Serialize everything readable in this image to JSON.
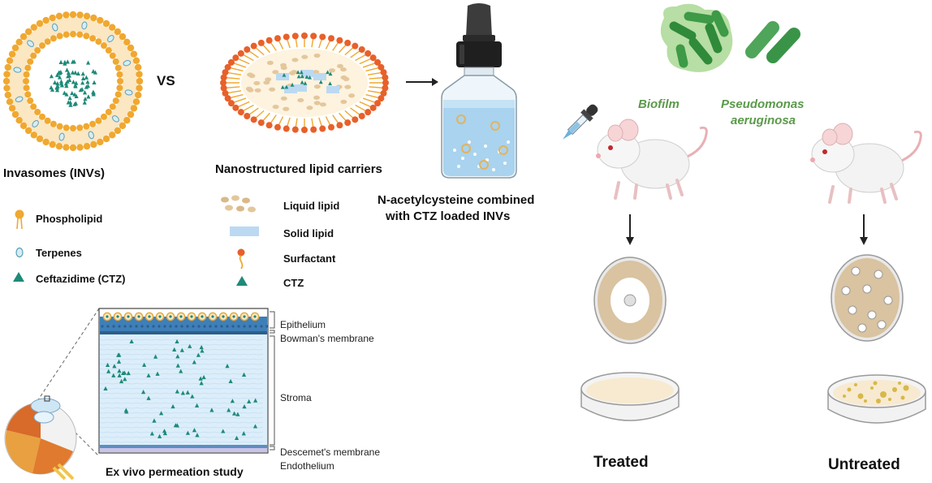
{
  "labels": {
    "invasomes": "Invasomes (INVs)",
    "vs": "VS",
    "nlc": "Nanostructured lipid carriers",
    "formulation_line1": "N-acetylcysteine combined",
    "formulation_line2": "with CTZ loaded INVs",
    "biofilm": "Biofilm",
    "pseudomonas_line1": "Pseudomonas",
    "pseudomonas_line2": "aeruginosa",
    "treated": "Treated",
    "untreated": "Untreated",
    "ex_vivo": "Ex vivo permeation study"
  },
  "legend_invs": [
    {
      "label": "Phospholipid",
      "icon": "phospholipid-icon"
    },
    {
      "label": "Terpenes",
      "icon": "terpene-icon"
    },
    {
      "label": "Ceftazidime (CTZ)",
      "icon": "ctz-triangle-icon"
    }
  ],
  "legend_nlc": [
    {
      "label": "Liquid lipid",
      "icon": "liquid-lipid-icon"
    },
    {
      "label": "Solid lipid",
      "icon": "solid-lipid-icon"
    },
    {
      "label": "Surfactant",
      "icon": "surfactant-icon"
    },
    {
      "label": "CTZ",
      "icon": "ctz-triangle-icon"
    }
  ],
  "cornea_layers": [
    "Epithelium",
    "Bowman's membrane",
    "Stroma",
    "Descemet's membrane",
    "Endothelium"
  ],
  "colors": {
    "phospholipid": "#f0a830",
    "ctz": "#1e8a78",
    "bacteria": "#3f9a4a",
    "green_label": "#5a9a4a",
    "stroma": "#dceefa",
    "epithelium": "#3f7fb8",
    "agar": "#d9c3a0"
  }
}
